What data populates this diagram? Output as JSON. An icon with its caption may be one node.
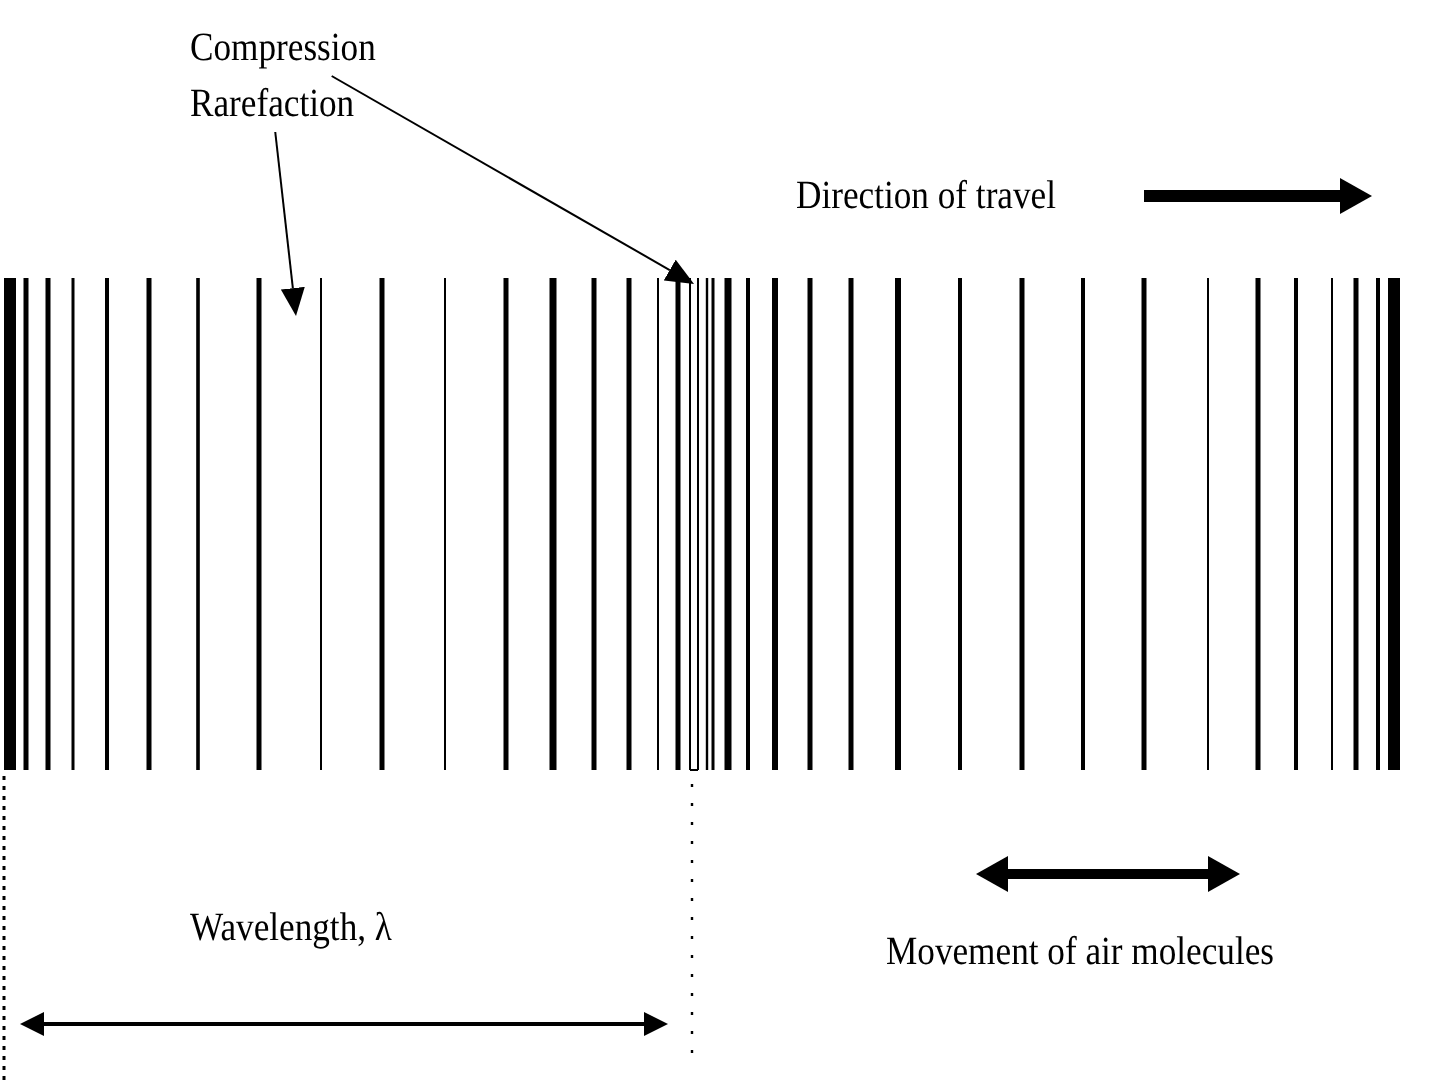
{
  "diagram": {
    "nodes": [
      {
        "text": [
          "Compression"
        ]
      },
      {
        "text": [
          "Rarefaction"
        ]
      }
    ],
    "edges": [
      {
        "from": 0,
        "to": null,
        "arrow": "to"
      },
      {
        "from": 1,
        "to": null,
        "arrow": "to"
      }
    ],
    "labels": [
      "Direction of travel",
      "Wavelength, λ",
      "Movement of air molecules"
    ]
  }
}
